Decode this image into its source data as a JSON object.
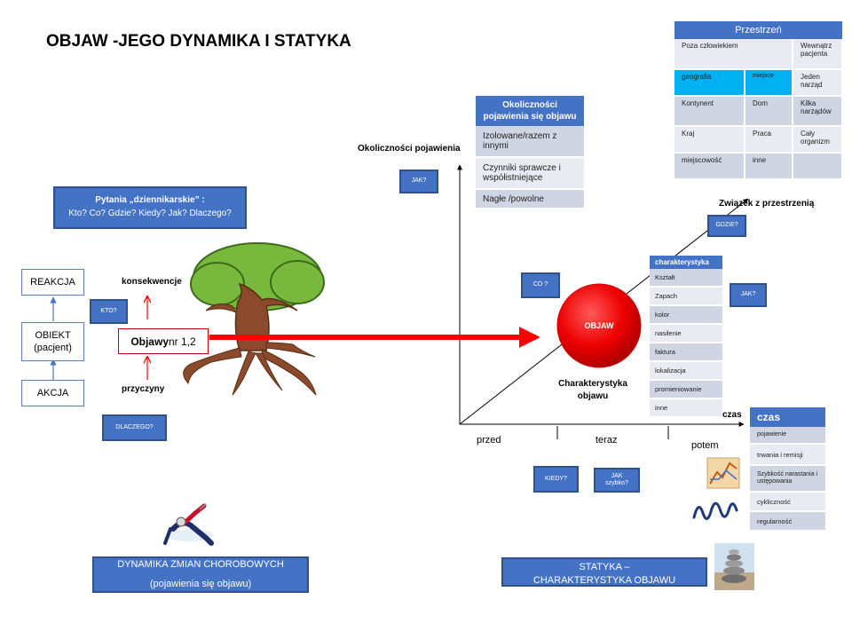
{
  "title": "OBJAW -JEGO DYNAMIKA I STATYKA",
  "questions_box": {
    "line1": "Pytania „dziennikarskie” :",
    "line2": "Kto? Co? Gdzie? Kiedy? Jak?  Dlaczego?"
  },
  "left": {
    "reakcja": "REAKCJA",
    "obiekt": "OBIEKT (pacjent)",
    "akcja": "AKCJA",
    "kto": "KTO?",
    "konsekwencje": "konsekwencje",
    "przyczyny": "przyczyny",
    "objawy_bold": "Objawy",
    "objawy_rest": " nr 1,2",
    "dlaczego": "DLACZEGO?"
  },
  "axes": {
    "y_label": "Okoliczności pojawienia",
    "diag_label": "Związek z przestrzenią",
    "x_label": "czas",
    "przed": "przed",
    "teraz": "teraz",
    "potem": "potem"
  },
  "center": {
    "objaw": "OBJAW",
    "char_label_l1": "Charakterystyka",
    "char_label_l2": "objawu",
    "jak1": "JAK?",
    "co": "CO ?",
    "gdzie": "GDZIE?",
    "jak2": "JAK?",
    "kiedy": "KIEDY?",
    "jak_szybko": "JAK szybko?"
  },
  "okolicznosci": {
    "header": "Okoliczności pojawienia się objawu",
    "rows": [
      "Izolowane/razem z innymi",
      "Czynniki sprawcze i współistniejące",
      "Nagłe /powolne"
    ]
  },
  "przestrzen": {
    "header": "Przestrzeń",
    "rows": [
      [
        "Poza człowiekiem",
        "",
        "Wewnątrz pacjenta"
      ],
      [
        "geografia",
        "miejsce",
        "Jeden narząd"
      ],
      [
        "Kontynent",
        "Dom",
        "Kilka narządów"
      ],
      [
        "Kraj",
        "Praca",
        "Cały organizm"
      ],
      [
        "miejscowość",
        "inne",
        ""
      ]
    ]
  },
  "charakterystyka": {
    "header": "charakterystyka",
    "rows": [
      "Kształt",
      "Zapach",
      "kolor",
      "nasilenie",
      "faktura",
      "lokalizacja",
      "promieniowanie",
      "inne"
    ]
  },
  "czas": {
    "header": "czas",
    "rows": [
      "pojawienie",
      "trwania i remisji",
      "Szybkość narastania i ustępowania",
      "cykliczność",
      "regularność"
    ]
  },
  "bottom": {
    "dynamika_l1": "DYNAMIKA ZMIAN CHOROBOWYCH",
    "dynamika_l2": "(pojawienia się objawu)",
    "statyka_l1": "STATYKA –",
    "statyka_l2": "CHARAKTERYSTYKA OBJAWU"
  },
  "colors": {
    "accent_blue": "#4472c4",
    "arrow_red": "#ff0000",
    "tree_green": "#78b83c",
    "tree_brown": "#8b4a2b"
  }
}
